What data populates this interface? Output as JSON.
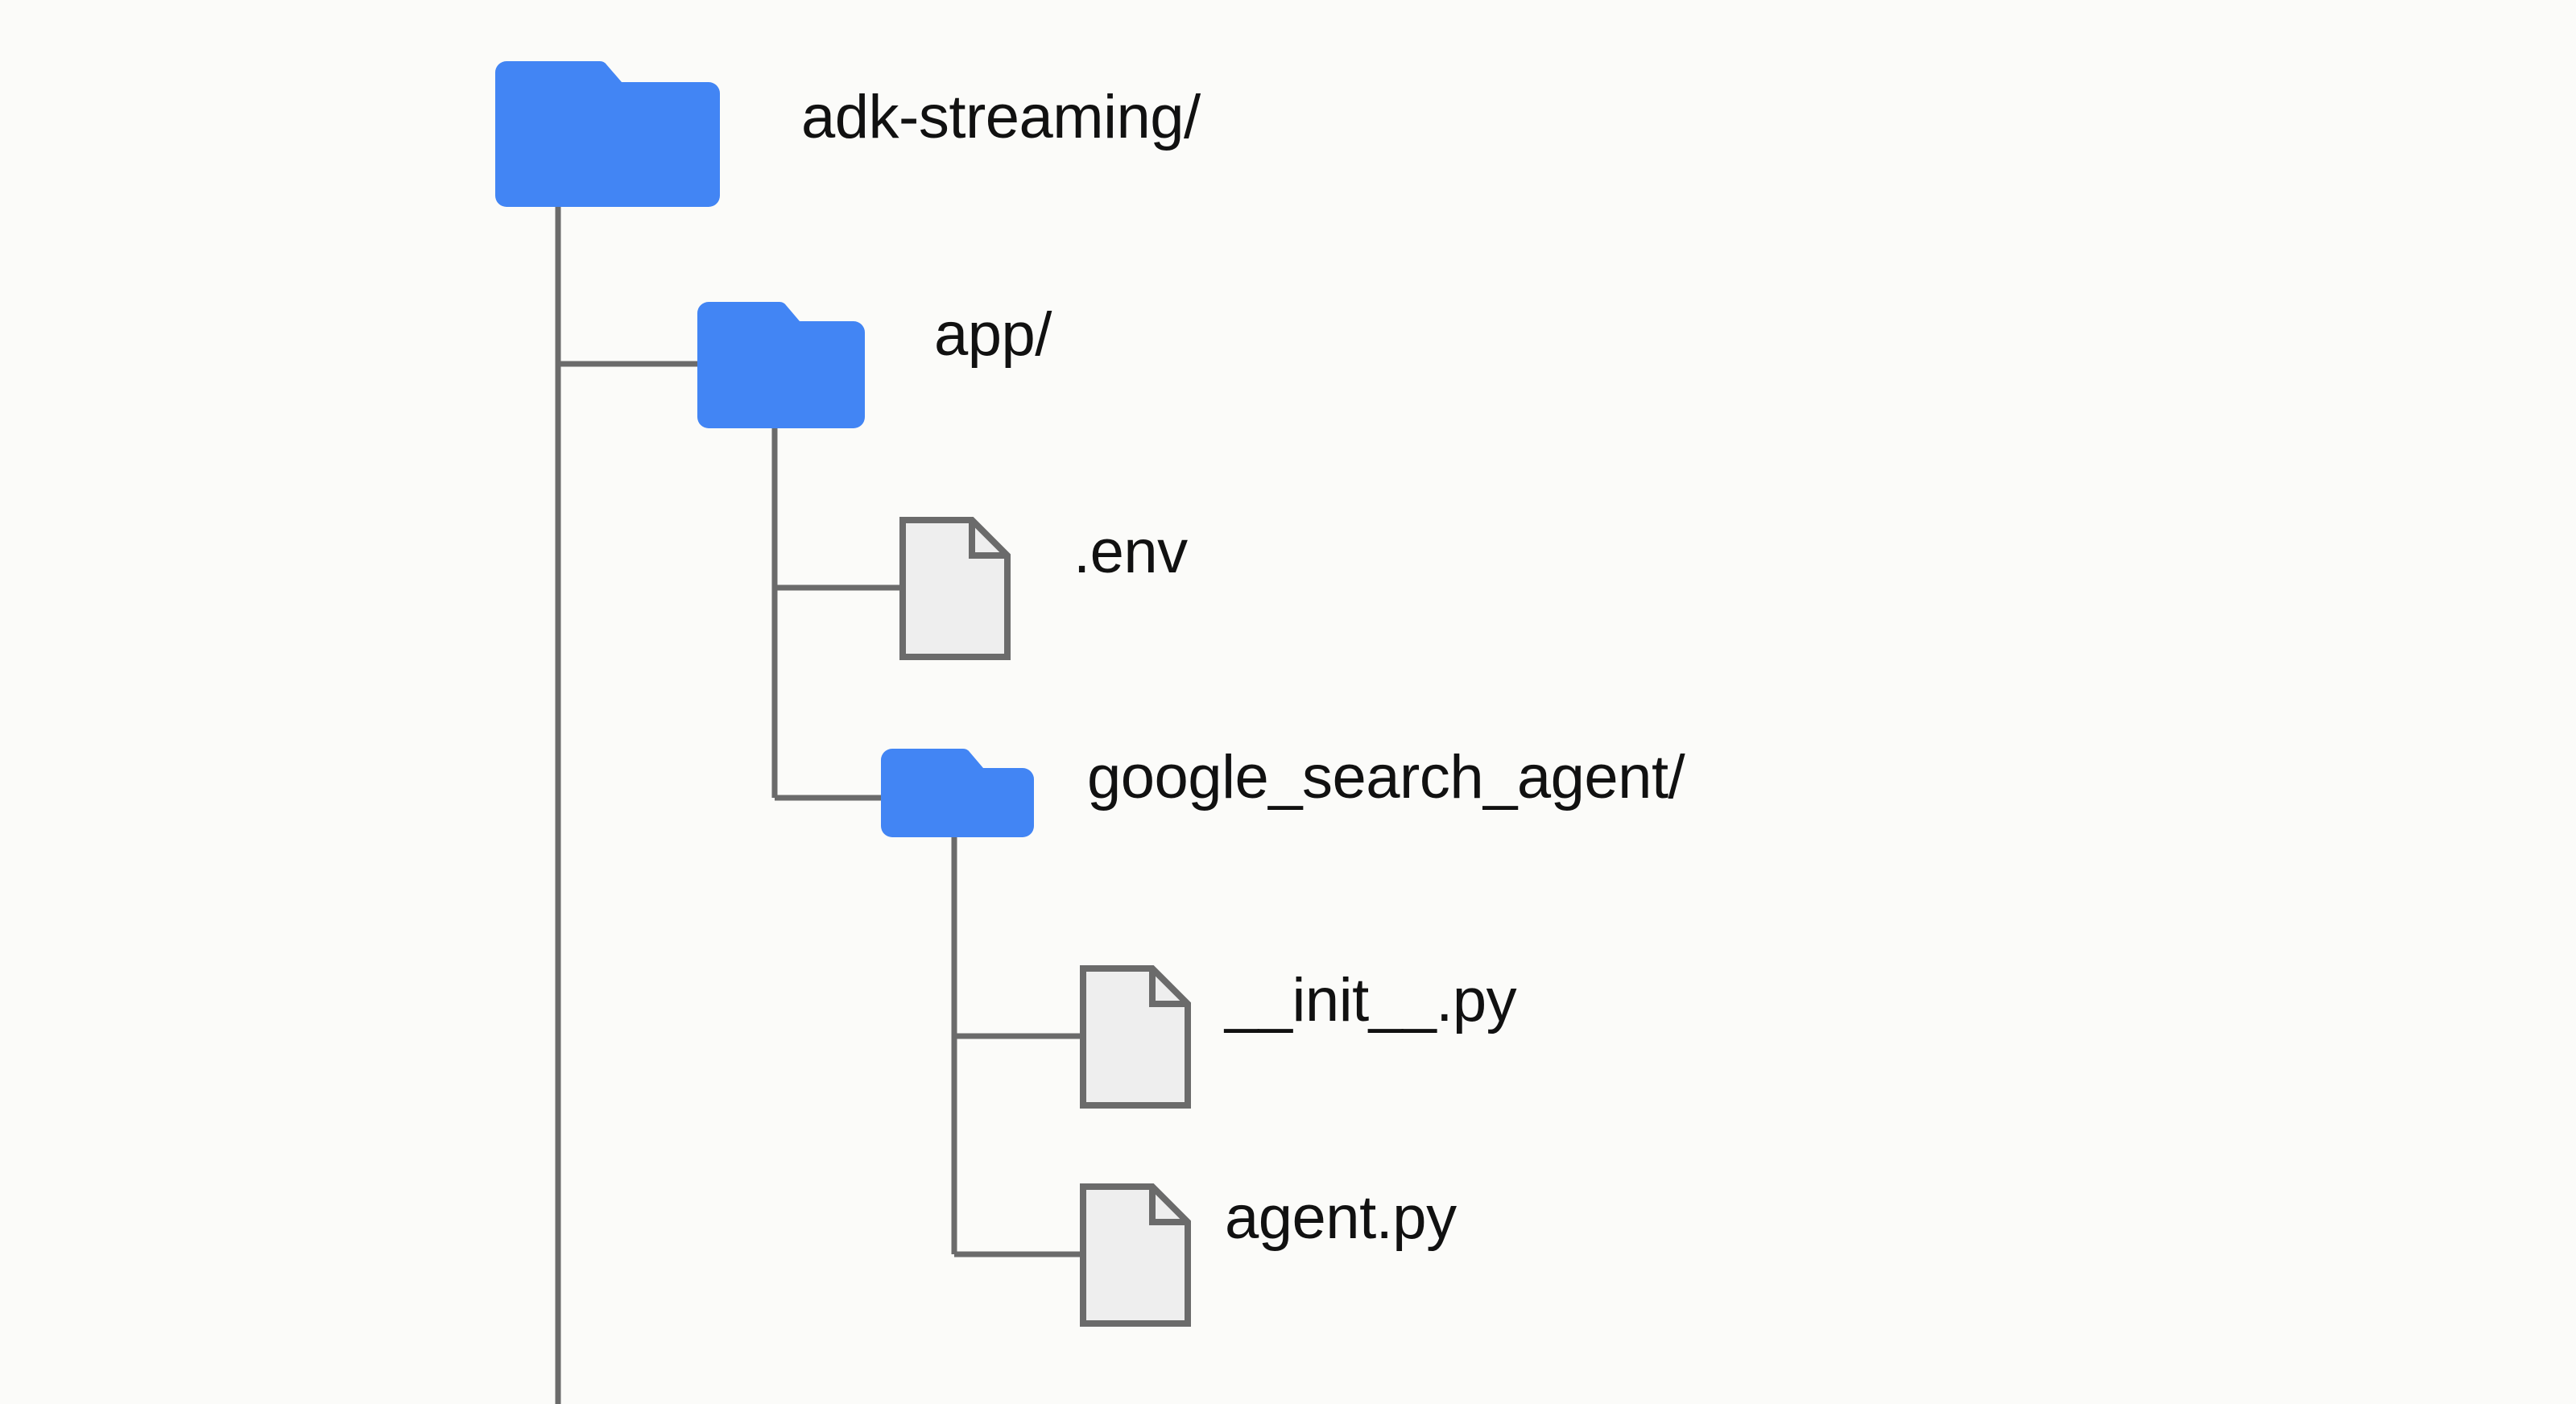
{
  "diagram": {
    "title": "adk-streaming project file tree",
    "type": "file-tree",
    "background_color": "#fbfbf9",
    "folder_color": "#4285f4",
    "file_fill_color": "#eeeeee",
    "file_stroke_color": "#6b6b6b",
    "connector_color": "#6b6b6b",
    "text_color": "#111111"
  },
  "nodes": [
    {
      "id": "root",
      "label": "adk-streaming/",
      "kind": "folder",
      "depth": 0,
      "icon": "folder-icon"
    },
    {
      "id": "app",
      "label": "app/",
      "kind": "folder",
      "depth": 1,
      "icon": "folder-icon"
    },
    {
      "id": "env",
      "label": ".env",
      "kind": "file",
      "depth": 2,
      "icon": "file-icon"
    },
    {
      "id": "google_search_agent",
      "label": "google_search_agent/",
      "kind": "folder",
      "depth": 2,
      "icon": "folder-icon"
    },
    {
      "id": "init_py",
      "label": "__init__.py",
      "kind": "file",
      "depth": 3,
      "icon": "file-icon"
    },
    {
      "id": "agent_py",
      "label": "agent.py",
      "kind": "file",
      "depth": 3,
      "icon": "file-icon"
    }
  ]
}
